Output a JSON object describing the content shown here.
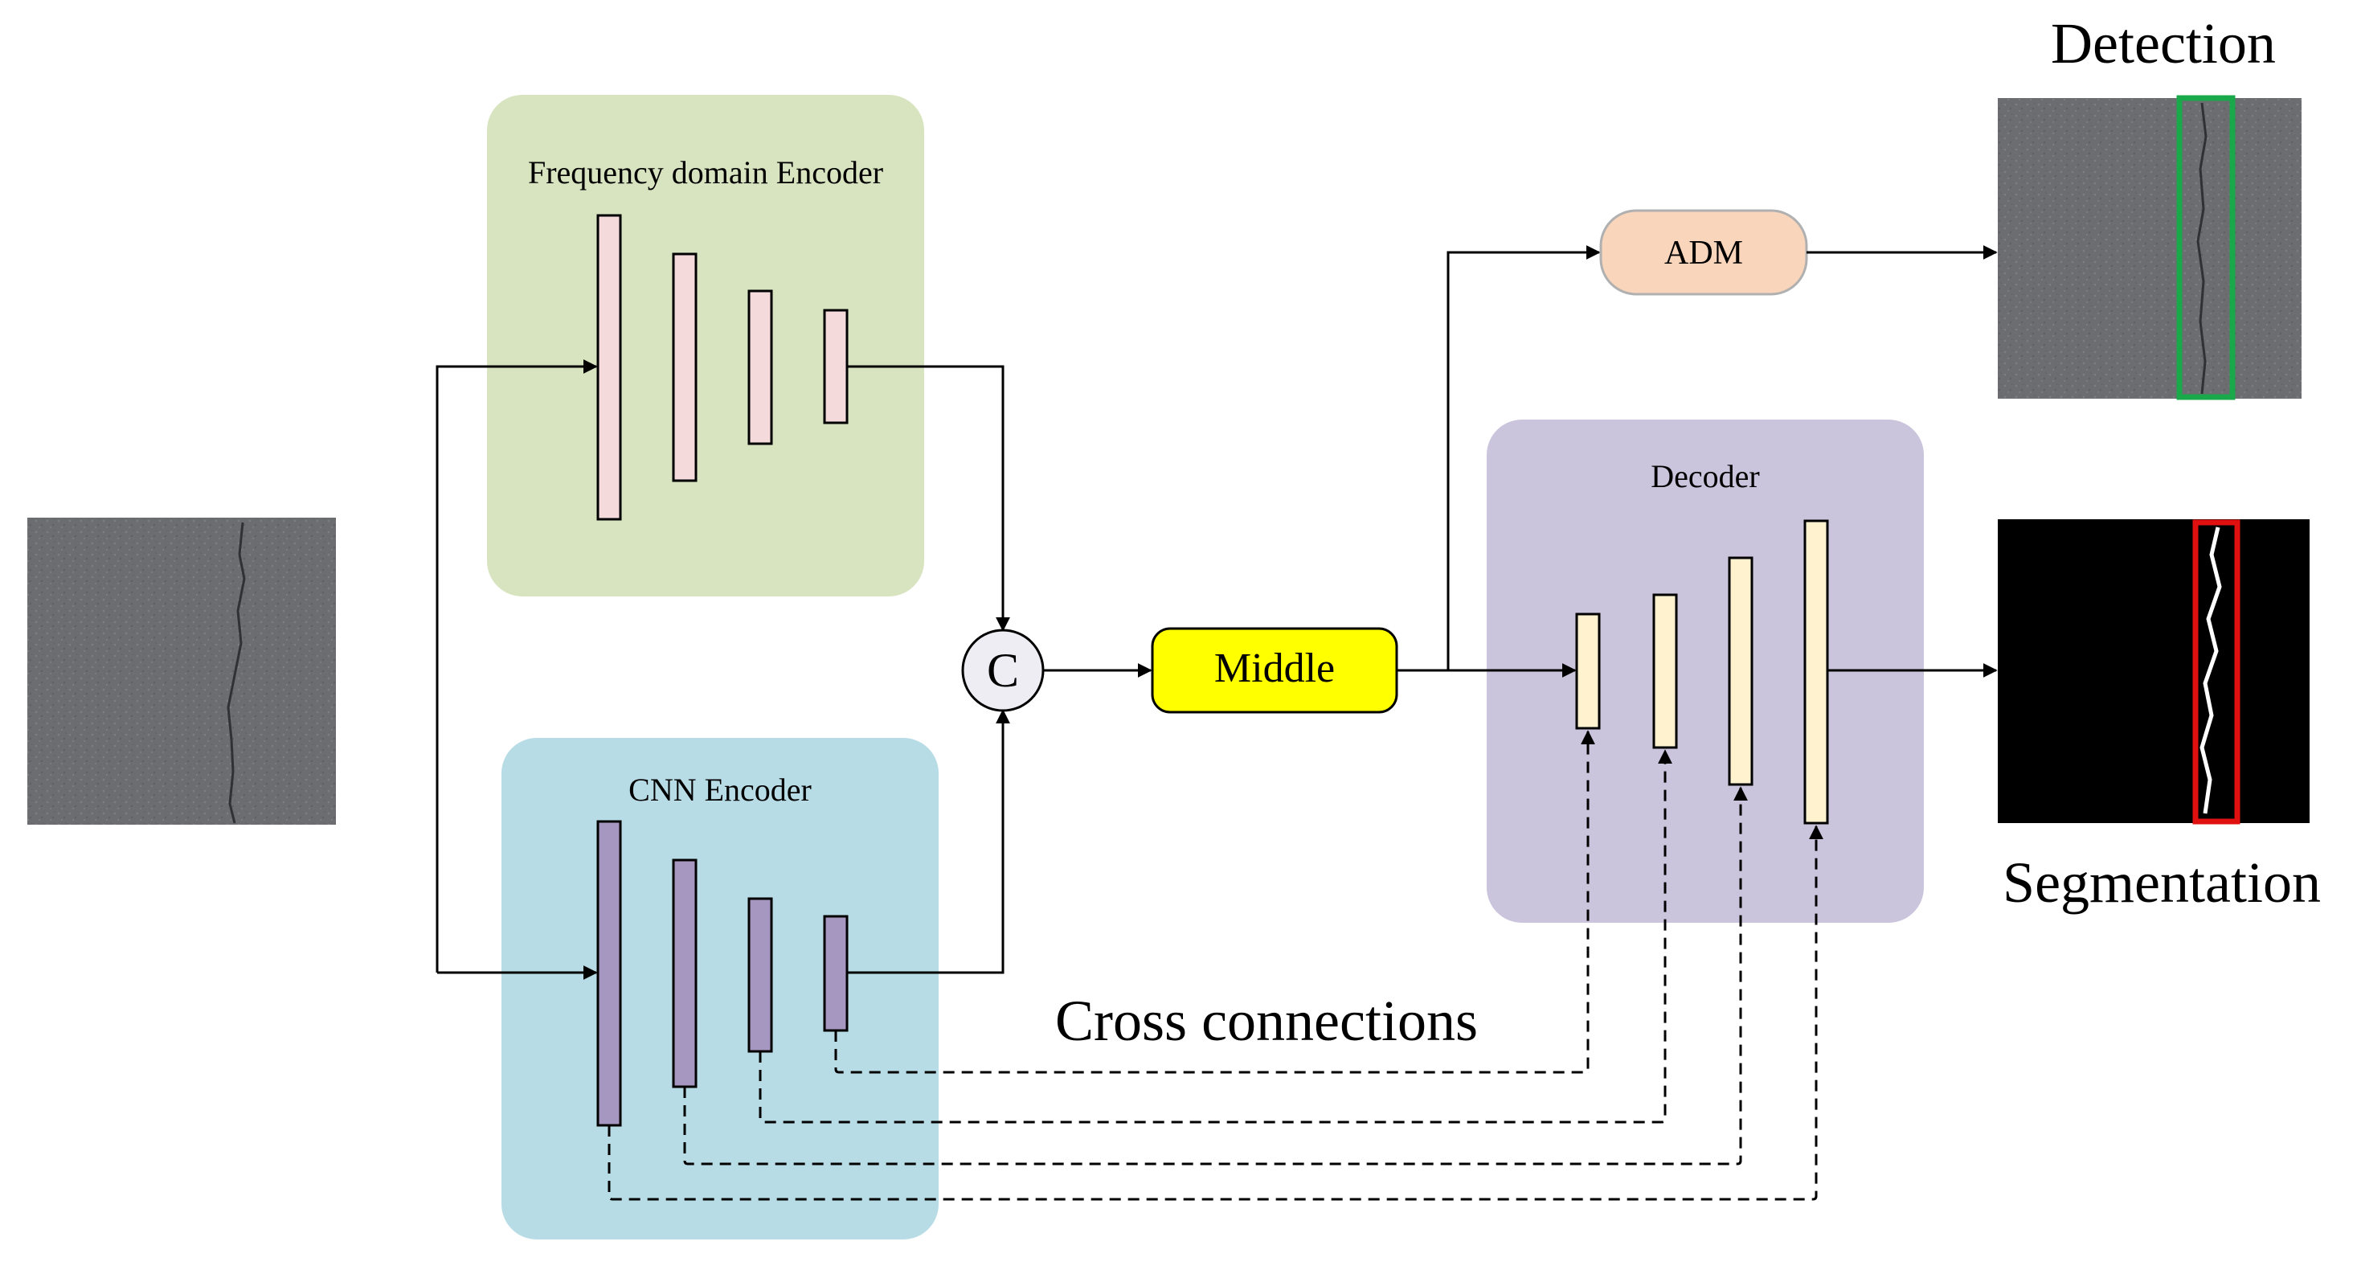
{
  "labels": {
    "freq_encoder": "Frequency domain Encoder",
    "cnn_encoder": "CNN Encoder",
    "concat_symbol": "C",
    "middle": "Middle",
    "adm": "ADM",
    "decoder": "Decoder",
    "detection": "Detection",
    "segmentation": "Segmentation",
    "cross_connections": "Cross connections"
  },
  "colors": {
    "freq_panel": "#d8e3c0",
    "cnn_panel": "#b8dce6",
    "decoder_panel": "#cbc4dd",
    "freq_bar": "#f4dada",
    "cnn_bar": "#a697c0",
    "decoder_bar": "#fff3cf",
    "middle_box": "#ffff00",
    "adm_box": "#f9d5bb",
    "concat_circle": "#eeedf3",
    "detection_box": "#19a84a",
    "segmentation_box": "#e01010"
  }
}
